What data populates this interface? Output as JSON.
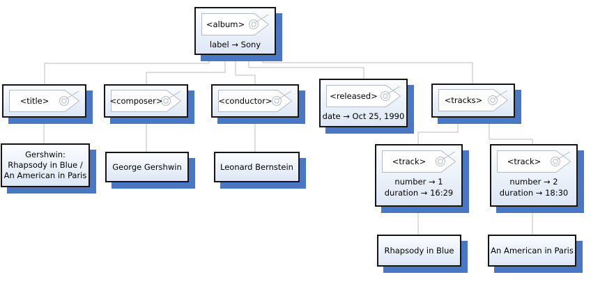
{
  "colors": {
    "shadow": "#4a77c4",
    "node-border": "#141414",
    "node-fill-top": "#fbfdff",
    "node-fill-bottom": "#dde7f5",
    "connector": "#bdbdbd",
    "tag-outline": "#b2bac6",
    "tag-fill": "#ffffff",
    "text": "#000000"
  },
  "tree": {
    "album": {
      "tag": "<album>",
      "attrs": [
        "label → Sony"
      ]
    },
    "title": {
      "tag": "<title>",
      "value": "Gershwin:\nRhapsody in Blue /\nAn American in Paris"
    },
    "composer": {
      "tag": "<composer>",
      "value": "George Gershwin"
    },
    "conductor": {
      "tag": "<conductor>",
      "value": "Leonard Bernstein"
    },
    "released": {
      "tag": "<released>",
      "attrs": [
        "date → Oct 25, 1990"
      ]
    },
    "tracks": {
      "tag": "<tracks>"
    },
    "track1": {
      "tag": "<track>",
      "attrs": [
        "number → 1",
        "duration → 16:29"
      ],
      "value": "Rhapsody in Blue"
    },
    "track2": {
      "tag": "<track>",
      "attrs": [
        "number → 2",
        "duration → 18:30"
      ],
      "value": "An American in Paris"
    }
  }
}
